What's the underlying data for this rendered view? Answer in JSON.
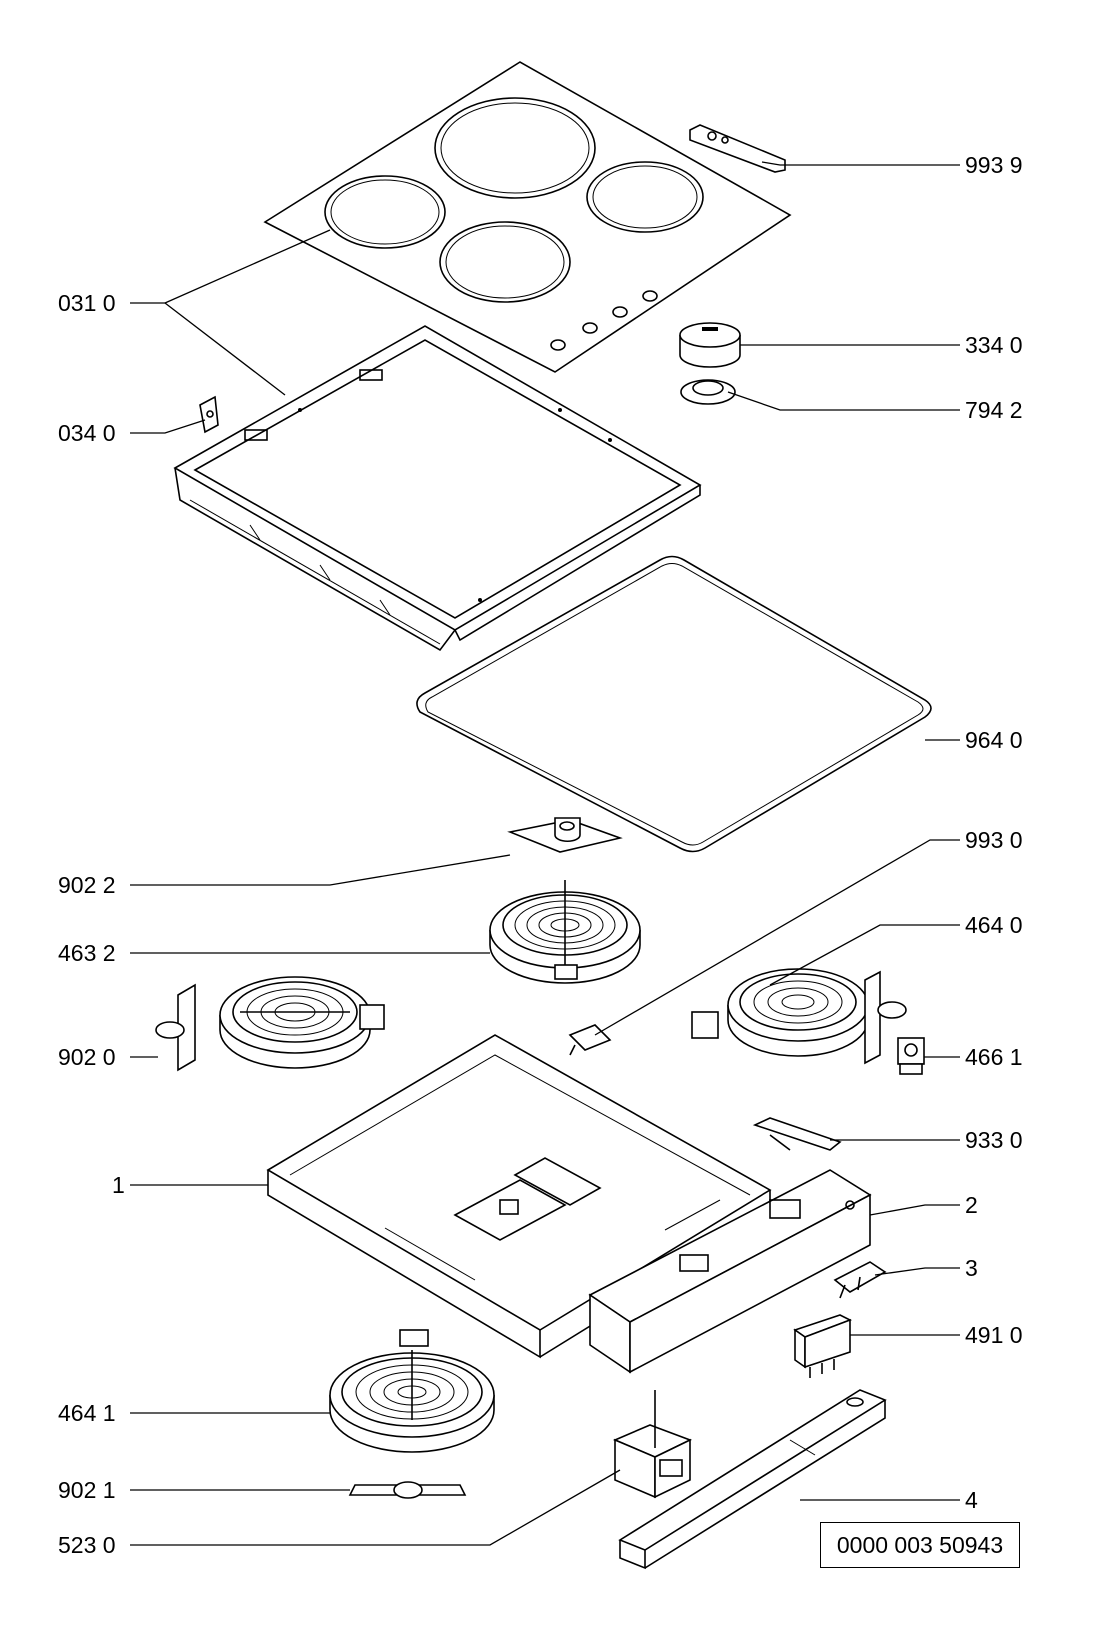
{
  "diagram": {
    "labels": {
      "p993_9": "993 9",
      "p031_0": "031 0",
      "p334_0": "334 0",
      "p794_2": "794 2",
      "p034_0": "034 0",
      "p964_0": "964 0",
      "p993_0": "993 0",
      "p902_2": "902 2",
      "p464_0": "464 0",
      "p463_2": "463 2",
      "p902_0": "902 0",
      "p466_1": "466 1",
      "p933_0": "933 0",
      "p1": "1",
      "p2": "2",
      "p3": "3",
      "p491_0": "491 0",
      "p464_1": "464 1",
      "p902_1": "902 1",
      "p4": "4",
      "p523_0": "523 0"
    },
    "document_number": "0000 003 50943"
  }
}
